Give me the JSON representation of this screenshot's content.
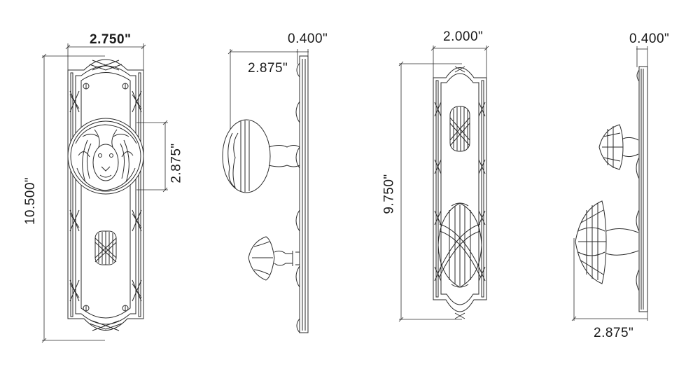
{
  "drawing": {
    "background": "#ffffff",
    "line_color": "#2a2a2a",
    "views": [
      {
        "id": "front-view-lion-plate",
        "description": "Front view of tall backplate with lion-head knob and lower thumbturn",
        "dimensions": {
          "width": "2.750\"",
          "height": "10.500\"",
          "knob_diameter": "2.875\""
        }
      },
      {
        "id": "side-view-lion-plate",
        "description": "Side profile of lion-head plate with knob projection",
        "dimensions": {
          "plate_thickness": "0.400\"",
          "projection": "2.875\""
        }
      },
      {
        "id": "front-view-narrow-plate",
        "description": "Front view of narrow backplate with ribbon-wrapped thumbturn and knob",
        "dimensions": {
          "width": "2.000\"",
          "height": "9.750\""
        }
      },
      {
        "id": "side-view-narrow-plate",
        "description": "Side profile of narrow plate with knob projection",
        "dimensions": {
          "plate_thickness": "0.400\"",
          "projection": "2.875\""
        }
      }
    ]
  },
  "labels": {
    "lion_width": "2.750\"",
    "lion_height": "10.500\"",
    "lion_knob": "2.875\"",
    "lion_side_thickness": "0.400\"",
    "lion_side_projection": "2.875\"",
    "narrow_width": "2.000\"",
    "narrow_height": "9.750\"",
    "narrow_side_thickness": "0.400\"",
    "narrow_side_projection": "2.875\""
  }
}
